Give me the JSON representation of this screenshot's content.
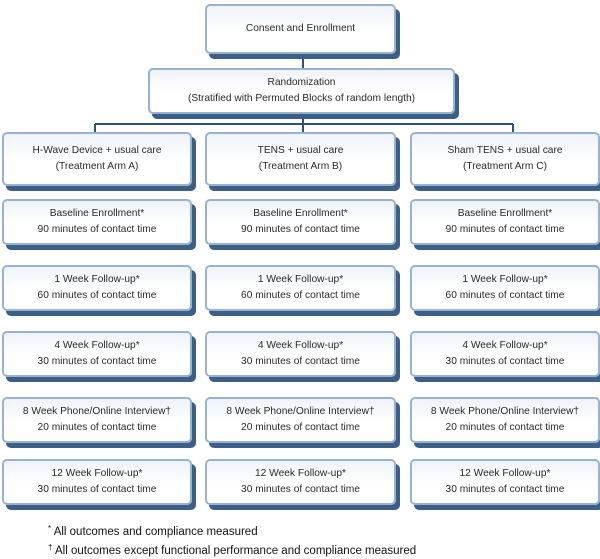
{
  "consent": {
    "label": "Consent and Enrollment"
  },
  "randomization": {
    "title": "Randomization",
    "subtitle": "(Stratified with Permuted Blocks of random length)"
  },
  "arms": [
    {
      "name": "H-Wave Device + usual care",
      "code": "(Treatment Arm A)",
      "steps": [
        {
          "title": "Baseline Enrollment*",
          "detail": "90 minutes of contact time"
        },
        {
          "title": "1 Week Follow-up*",
          "detail": "60 minutes of contact time"
        },
        {
          "title": "4 Week Follow-up*",
          "detail": "30 minutes of contact time"
        },
        {
          "title": "8 Week Phone/Online Interview†",
          "detail": "20 minutes  of contact time"
        },
        {
          "title": "12 Week Follow-up*",
          "detail": "30 minutes of contact time"
        }
      ]
    },
    {
      "name": "TENS + usual care",
      "code": "(Treatment Arm B)",
      "steps": [
        {
          "title": "Baseline Enrollment*",
          "detail": "90 minutes of contact time"
        },
        {
          "title": "1 Week Follow-up*",
          "detail": "60 minutes of contact time"
        },
        {
          "title": "4 Week Follow-up*",
          "detail": "30 minutes of contact time"
        },
        {
          "title": "8 Week Phone/Online Interview†",
          "detail": "20 minutes  of contact time"
        },
        {
          "title": "12 Week Follow-up*",
          "detail": "30 minutes of contact time"
        }
      ]
    },
    {
      "name": "Sham TENS + usual care",
      "code": "(Treatment Arm C)",
      "steps": [
        {
          "title": "Baseline Enrollment*",
          "detail": "90 minutes of contact time"
        },
        {
          "title": "1 Week Follow-up*",
          "detail": "60 minutes of contact time"
        },
        {
          "title": "4 Week Follow-up*",
          "detail": "30 minutes of contact time"
        },
        {
          "title": "8 Week Phone/Online Interview†",
          "detail": "20 minutes  of contact time"
        },
        {
          "title": "12 Week Follow-up*",
          "detail": "30 minutes of contact time"
        }
      ]
    }
  ],
  "footnotes": [
    {
      "mark": "*",
      "text": "All outcomes and compliance measured"
    },
    {
      "mark": "†",
      "text": "All outcomes except functional performance and compliance measured"
    }
  ]
}
